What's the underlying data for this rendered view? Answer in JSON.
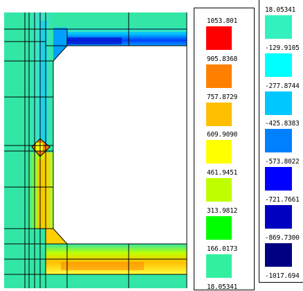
{
  "plot": {
    "description_colors": {
      "field_bg": "#33e6a6",
      "grid_line": "#000000"
    }
  },
  "legend_positive": {
    "labels": [
      "1053.801",
      "905.8368",
      "757.8729",
      "609.9090",
      "461.9451",
      "313.9812",
      "166.0173",
      "18.05341"
    ],
    "colors": [
      "#ff0000",
      "#ff8000",
      "#ffbf00",
      "#ffff00",
      "#bfff00",
      "#00ff00",
      "#33f0a0"
    ]
  },
  "legend_negative": {
    "labels": [
      "18.05341",
      "-129.9105",
      "-277.8744",
      "-425.8383",
      "-573.8022",
      "-721.7661",
      "-869.7300",
      "-1017.694"
    ],
    "colors": [
      "#33f0bf",
      "#00ffff",
      "#00c8ff",
      "#0080ff",
      "#0000ff",
      "#0000c0",
      "#000080"
    ]
  }
}
